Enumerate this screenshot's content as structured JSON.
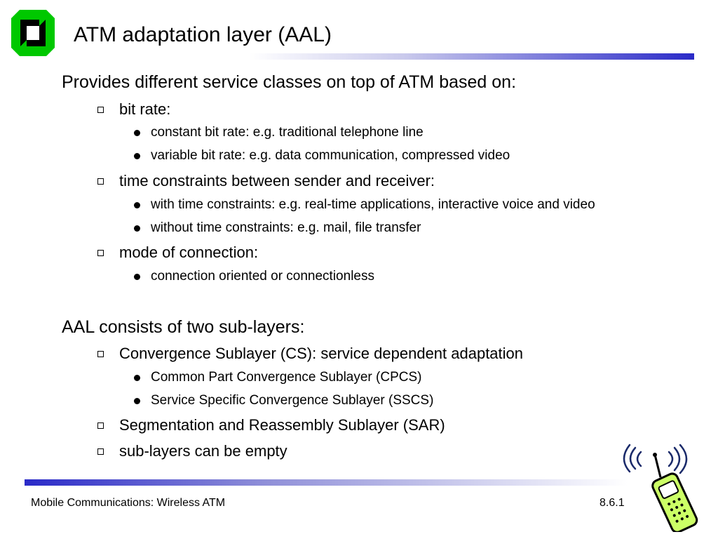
{
  "header": {
    "title": "ATM adaptation layer (AAL)"
  },
  "body": {
    "section1": {
      "heading": "Provides different service classes on top of ATM based on:",
      "items": [
        {
          "label": "bit rate:",
          "subitems": [
            "constant bit rate: e.g. traditional telephone line",
            "variable bit rate: e.g. data communication, compressed video"
          ]
        },
        {
          "label": "time constraints between sender and receiver:",
          "subitems": [
            "with time constraints: e.g. real-time applications, interactive voice and video",
            "without time constraints: e.g. mail, file transfer"
          ]
        },
        {
          "label": "mode of connection:",
          "subitems": [
            "connection oriented or connectionless"
          ]
        }
      ]
    },
    "section2": {
      "heading": "AAL consists of two sub-layers:",
      "items": [
        {
          "label": "Convergence Sublayer (CS): service dependent adaptation",
          "subitems": [
            "Common Part Convergence Sublayer (CPCS)",
            "Service Specific Convergence Sublayer (SSCS)"
          ]
        },
        {
          "label": "Segmentation and Reassembly Sublayer (SAR)"
        },
        {
          "label": "sub-layers can be empty"
        }
      ]
    }
  },
  "footer": {
    "left": "Mobile Communications: Wireless ATM",
    "right": "8.6.1"
  },
  "colors": {
    "accent_blue": "#2a2ac8",
    "logo_green": "#00c800",
    "phone_green": "#ccff66"
  },
  "icons": [
    "university-logo-icon",
    "mobile-phone-clipart-icon"
  ]
}
